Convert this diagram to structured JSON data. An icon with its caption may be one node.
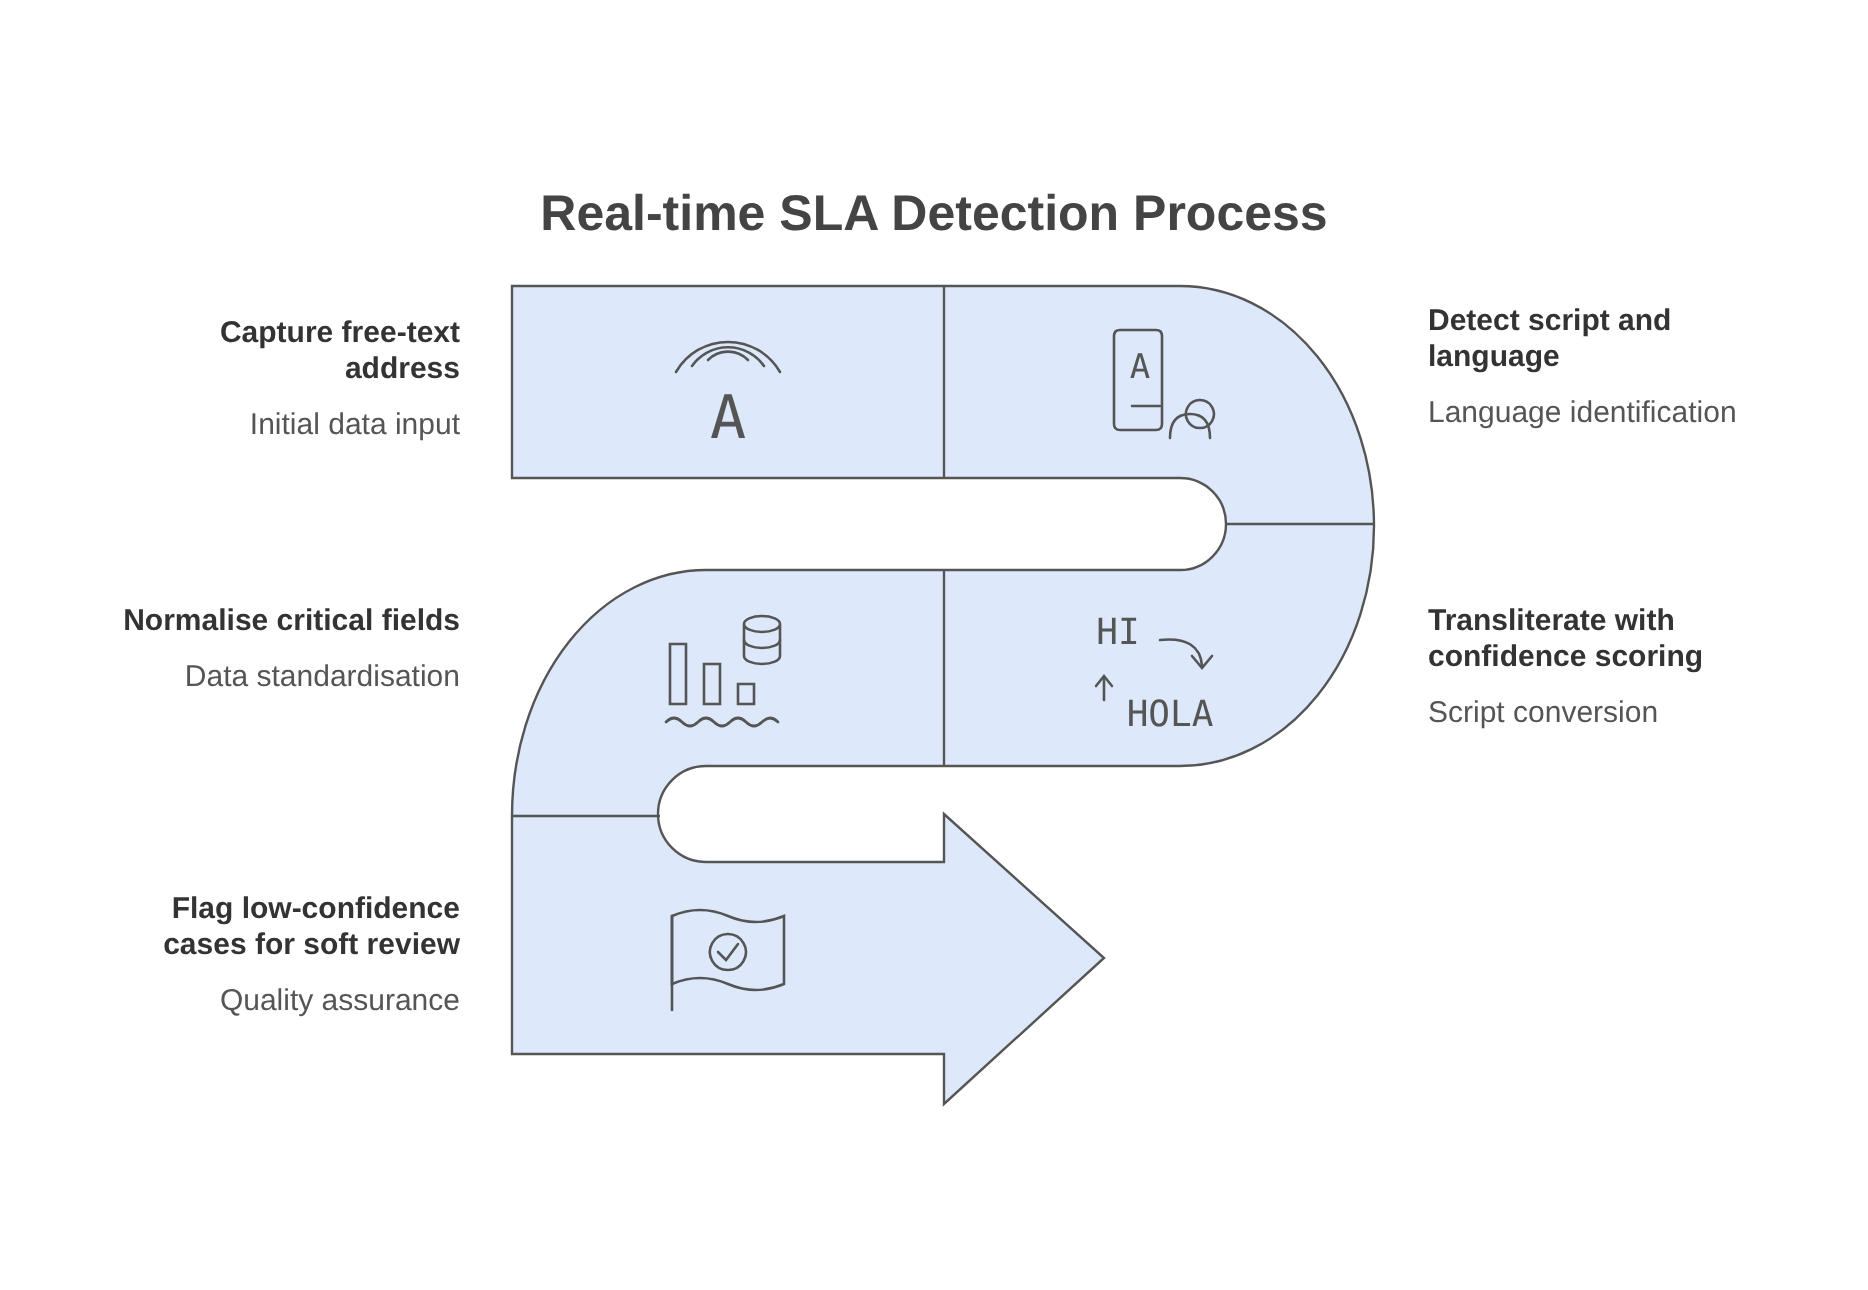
{
  "diagram": {
    "title": "Real-time SLA Detection Process",
    "nodes": [
      {
        "text": [
          "Capture free-text address",
          "Initial data input"
        ]
      },
      {
        "text": [
          "Detect script and language",
          "Language identification"
        ]
      },
      {
        "text": [
          "Normalise critical fields",
          "Data standardisation"
        ]
      },
      {
        "text": [
          "Transliterate with confidence scoring",
          "Script conversion"
        ]
      },
      {
        "text": [
          "Flag low-confidence cases for soft review",
          "Quality assurance"
        ]
      }
    ],
    "edges": [],
    "labels": [
      "A",
      "A",
      "HI",
      "HOLA"
    ]
  }
}
